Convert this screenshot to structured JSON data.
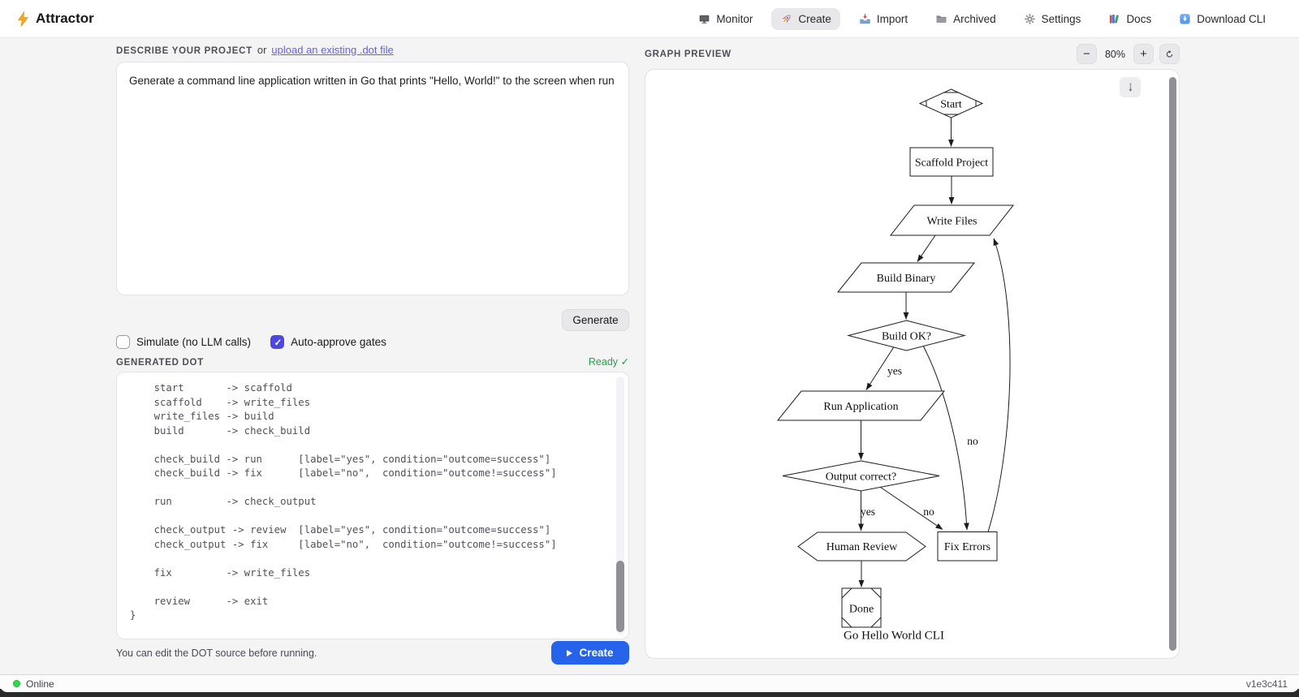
{
  "header": {
    "app_name": "Attractor",
    "nav": [
      {
        "label": "Monitor"
      },
      {
        "label": "Create"
      },
      {
        "label": "Import"
      },
      {
        "label": "Archived"
      },
      {
        "label": "Settings"
      },
      {
        "label": "Docs"
      },
      {
        "label": "Download CLI"
      }
    ]
  },
  "describe": {
    "heading": "DESCRIBE YOUR PROJECT",
    "or_text": "or",
    "upload_link": "upload an existing .dot file",
    "prompt_value": "Generate a command line application written in Go that prints \"Hello, World!\" to the screen when run",
    "generate_label": "Generate",
    "simulate_label": "Simulate (no LLM calls)",
    "auto_approve_label": "Auto-approve gates"
  },
  "generated_dot": {
    "heading": "GENERATED DOT",
    "status": "Ready ✓",
    "code_lines": [
      "    start       -> scaffold",
      "    scaffold    -> write_files",
      "    write_files -> build",
      "    build       -> check_build",
      "",
      "    check_build -> run      [label=\"yes\", condition=\"outcome=success\"]",
      "    check_build -> fix      [label=\"no\",  condition=\"outcome!=success\"]",
      "",
      "    run         -> check_output",
      "",
      "    check_output -> review  [label=\"yes\", condition=\"outcome=success\"]",
      "    check_output -> fix     [label=\"no\",  condition=\"outcome!=success\"]",
      "",
      "    fix         -> write_files",
      "",
      "    review      -> exit",
      "}"
    ],
    "helper_text": "You can edit the DOT source before running.",
    "create_label": "Create"
  },
  "graph": {
    "heading": "GRAPH PREVIEW",
    "zoom_out_label": "−",
    "zoom_level": "80%",
    "zoom_in_label": "+",
    "caption": "Go Hello World CLI",
    "nodes": {
      "start": "Start",
      "scaffold": "Scaffold Project",
      "write_files": "Write Files",
      "build": "Build Binary",
      "check_build": "Build OK?",
      "run": "Run Application",
      "check_output": "Output correct?",
      "review": "Human Review",
      "fix": "Fix Errors",
      "done": "Done"
    },
    "edge_labels": {
      "build_yes": "yes",
      "build_no": "no",
      "output_yes": "yes",
      "output_no": "no"
    }
  },
  "status_bar": {
    "online_label": "Online",
    "version": "v1e3c411"
  },
  "colors": {
    "accent_blue": "#2563eb",
    "link_purple": "#6461e8",
    "checkbox_indigo": "#4d49e0",
    "ready_green": "#22a14a",
    "logo_orange": "#f6a821",
    "active_tab_gray": "#e8e8ea"
  }
}
